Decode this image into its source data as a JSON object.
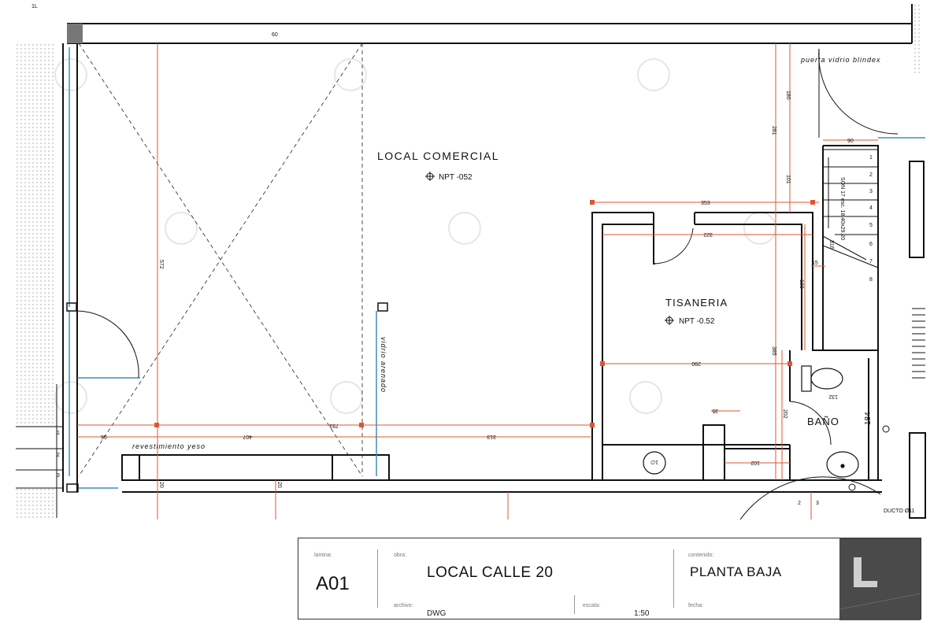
{
  "plan": {
    "top_left_mark": "1L",
    "rooms": {
      "local_comercial": {
        "name": "LOCAL COMERCIAL",
        "level": "NPT -052"
      },
      "tisaneria": {
        "name": "TISANERIA",
        "level": "NPT -0.52"
      },
      "bano": {
        "name": "BAÑO"
      }
    },
    "notes": {
      "door": "puerta vidrio blindex",
      "glass": "vidrio arenado",
      "cladding": "revestimiento yeso",
      "stair": "SON 17 esc. 18.40x29.20",
      "duct": "DUCTO Ø11"
    },
    "dimensions": {
      "d60_top": "60",
      "d572": "572",
      "d95": "95",
      "d407": "407",
      "d793": "793",
      "d313": "313",
      "d20_a": "20",
      "d20_b": "20",
      "d353": "353",
      "d322": "322",
      "d290": "290",
      "d180": "180",
      "d281": "281",
      "d101": "101",
      "d316": "316",
      "d90": "90",
      "d15": "15",
      "d123": "123",
      "d385": "385",
      "d202": "202",
      "d184": "184",
      "d132": "132",
      "d35": "35",
      "d102": "102",
      "d1_8": "1∅"
    },
    "stair_steps": [
      "1",
      "2",
      "3",
      "4",
      "5",
      "6",
      "7",
      "8"
    ],
    "left_steps": [
      "1",
      "2",
      "3"
    ],
    "bottom_steps": [
      "2",
      "3"
    ]
  },
  "title_block": {
    "lamina_caption": "lamina:",
    "lamina": "A01",
    "obra_caption": "obra:",
    "obra": "LOCAL CALLE 20",
    "archivo_caption": "archivo:",
    "archivo": "DWG",
    "escala_caption": "escala:",
    "escala": "1:50",
    "contenido_caption": "contenido:",
    "contenido": "PLANTA BAJA",
    "fecha_caption": "fecha:"
  },
  "colors": {
    "wall": "#111111",
    "dimension_line": "#e0552f",
    "glass": "#3f8fb8",
    "hatch": "#bdbdbd",
    "watermark": "#e6e6e6",
    "logo_block": "#4a4a4a"
  }
}
